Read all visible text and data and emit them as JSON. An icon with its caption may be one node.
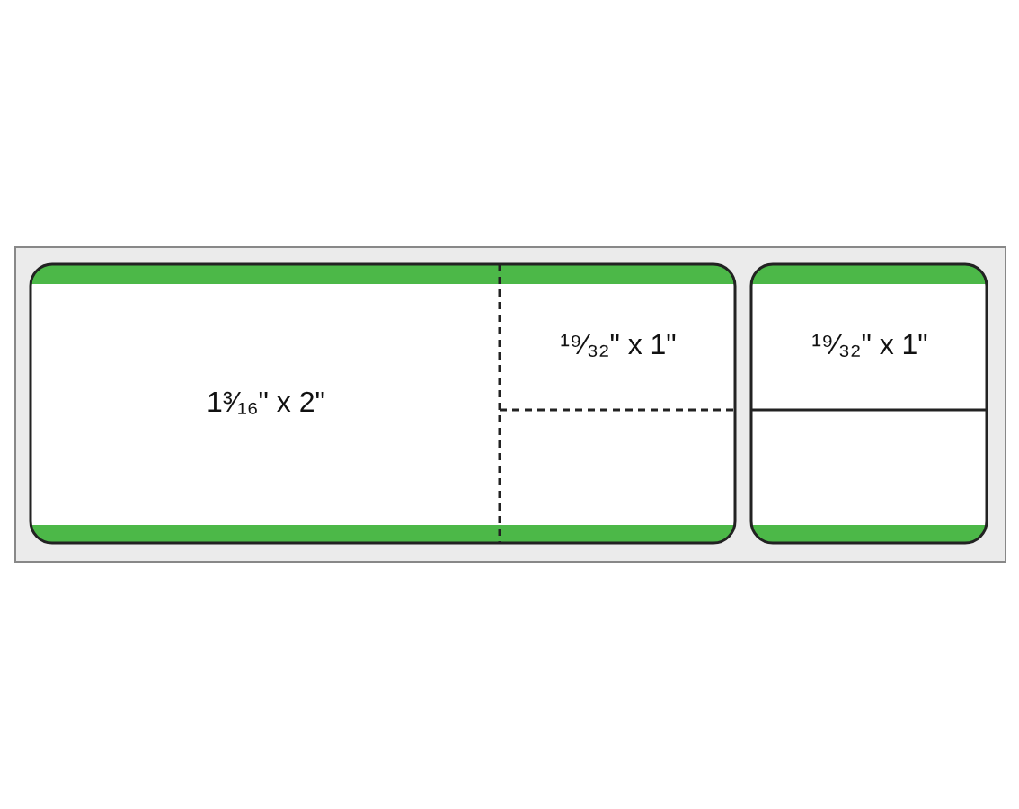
{
  "diagram": {
    "nodes": [
      {
        "text": [
          "1³⁄₁₆\" x 2\""
        ]
      },
      {
        "text": [
          "¹⁹⁄₃₂\" x 1\""
        ]
      },
      {
        "text": [
          "¹⁹⁄₃₂\" x 1\""
        ]
      }
    ]
  }
}
